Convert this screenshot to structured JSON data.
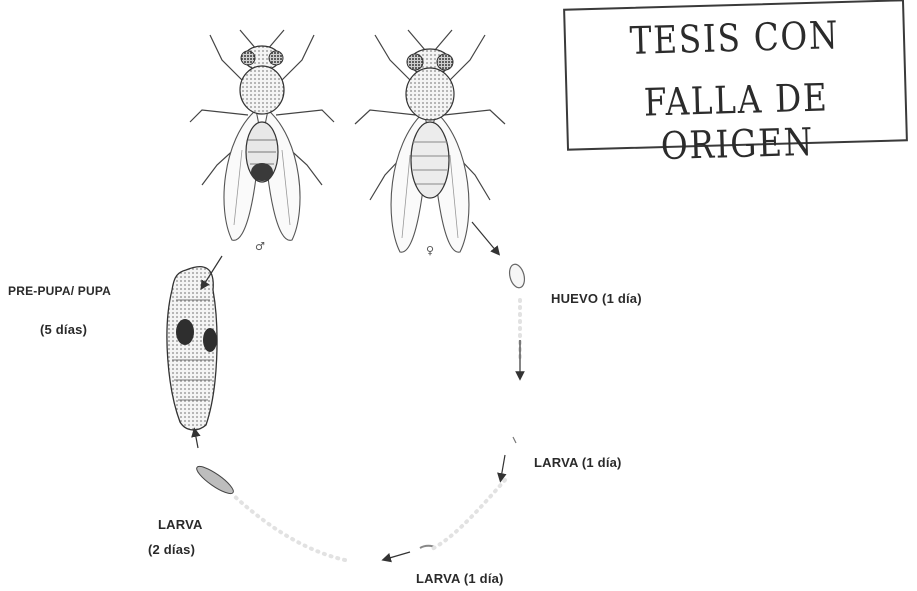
{
  "stamp": {
    "line1": "TESIS CON",
    "line2": "FALLA DE ORIGEN"
  },
  "stages": {
    "male_symbol": "♂",
    "female_symbol": "♀",
    "huevo": "HUEVO   (1 día)",
    "larva1": "LARVA  (1 día)",
    "larva2": "LARVA  (1 día)",
    "larva3_line1": "LARVA",
    "larva3_line2": "(2 días)",
    "pupa_line1": "PRE-PUPA/ PUPA",
    "pupa_line2": "(5 días)"
  },
  "icons": [
    "male-fly-icon",
    "female-fly-icon",
    "egg-icon",
    "larva-icon",
    "pupa-icon",
    "arrow-icon"
  ]
}
